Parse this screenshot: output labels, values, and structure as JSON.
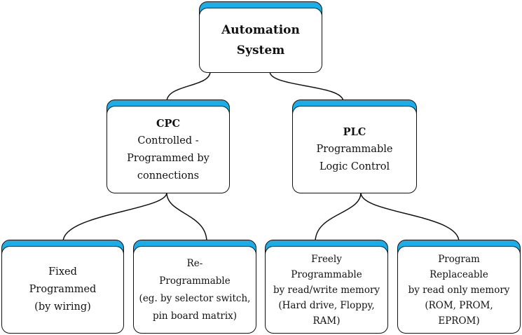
{
  "nodes": {
    "root": {
      "title": "Automation System",
      "title_lines": [
        "Automation",
        "System"
      ],
      "lines": []
    },
    "cpc": {
      "title": "CPC",
      "lines": [
        "Controlled -",
        "Programmed by",
        "connections"
      ]
    },
    "plc": {
      "title": "PLC",
      "lines": [
        "Programmable",
        "Logic Control"
      ]
    },
    "fixed": {
      "lines": [
        "Fixed",
        "Programmed",
        "(by wiring)"
      ]
    },
    "reprog": {
      "lines": [
        "Re-",
        "Programmable",
        "(eg. by selector switch,",
        "pin board matrix)"
      ]
    },
    "freely": {
      "lines": [
        "Freely",
        "Programmable",
        "by read/write memory",
        "(Hard drive, Floppy,",
        "RAM)"
      ]
    },
    "replace": {
      "lines": [
        "Program",
        "Replaceable",
        "by read only memory",
        "(ROM, PROM,",
        "EPROM)"
      ]
    }
  },
  "colors": {
    "tab": "#1aaee8",
    "border": "#111111"
  }
}
